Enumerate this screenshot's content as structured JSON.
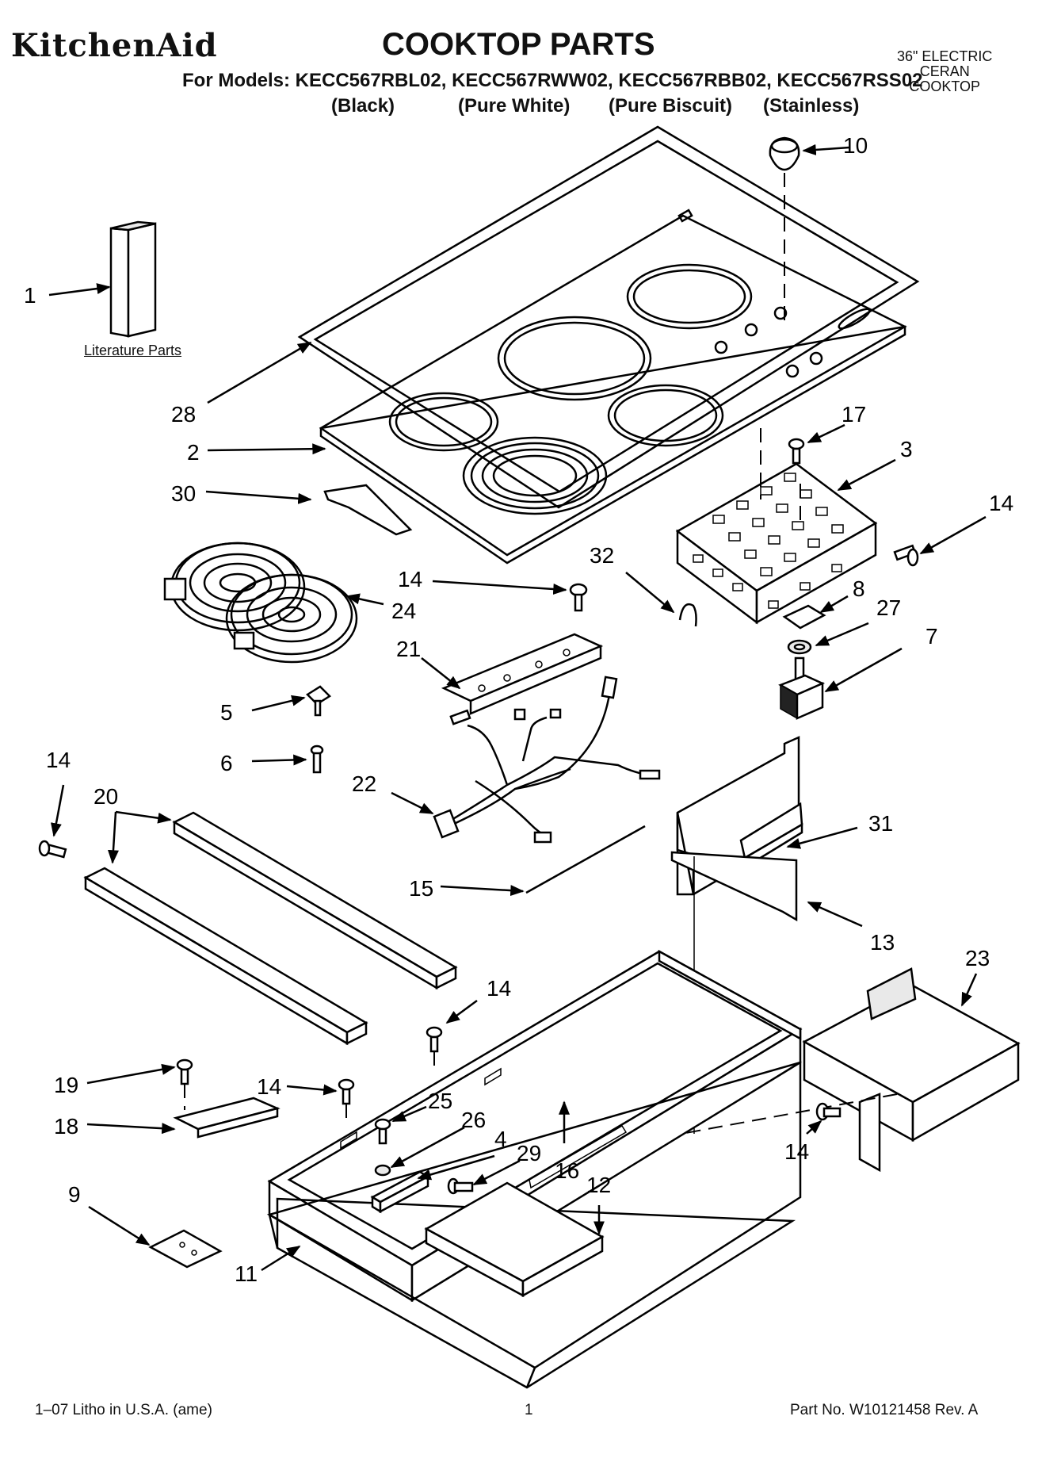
{
  "header": {
    "brand": "KitchenAid",
    "title": "COOKTOP PARTS",
    "models": "For Models: KECC567RBL02, KECC567RWW02, KECC567RBB02, KECC567RSS02",
    "finishes": [
      "(Black)",
      "(Pure White)",
      "(Pure Biscuit)",
      "(Stainless)"
    ],
    "product_type": "36\" ELECTRIC\nCERAN\nCOOKTOP"
  },
  "diagram": {
    "literature_caption": "Literature Parts",
    "callouts": [
      "1",
      "28",
      "2",
      "30",
      "24",
      "10",
      "17",
      "3",
      "14",
      "32",
      "14",
      "21",
      "8",
      "27",
      "7",
      "5",
      "6",
      "22",
      "14",
      "20",
      "31",
      "15",
      "13",
      "23",
      "14",
      "19",
      "14",
      "25",
      "26",
      "4",
      "29",
      "16",
      "12",
      "18",
      "9",
      "11",
      "14"
    ]
  },
  "footer": {
    "left": "1–07 Litho in U.S.A. (ame)",
    "page": "1",
    "part_no": "Part No. W10121458 Rev. A"
  }
}
